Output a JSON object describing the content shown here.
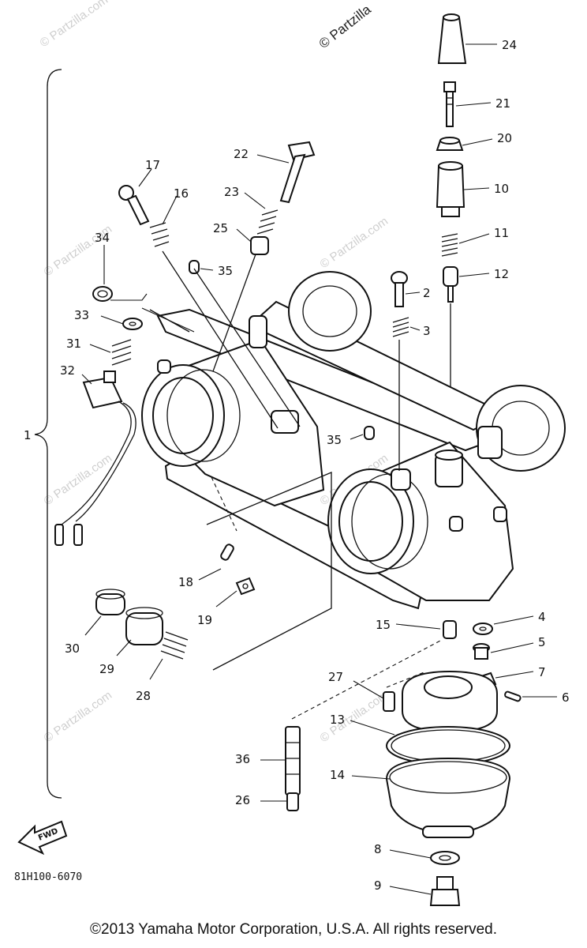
{
  "watermark_main": "© Partzilla",
  "watermark_faint": "© Partzilla.com",
  "diagram_code": "81H100-6070",
  "fwd_label": "FWD",
  "assembly_label": "1",
  "copyright": "©2013 Yamaha Motor Corporation, U.S.A. All rights reserved.",
  "callouts": {
    "c24": "24",
    "c21": "21",
    "c20": "20",
    "c10": "10",
    "c11": "11",
    "c12": "12",
    "c2": "2",
    "c3": "3",
    "c22": "22",
    "c23": "23",
    "c25": "25",
    "c17": "17",
    "c16": "16",
    "c34": "34",
    "c35a": "35",
    "c35b": "35",
    "c33": "33",
    "c31": "31",
    "c32": "32",
    "c18": "18",
    "c19": "19",
    "c30": "30",
    "c29": "29",
    "c28": "28",
    "c15": "15",
    "c4": "4",
    "c5": "5",
    "c7": "7",
    "c6": "6",
    "c27": "27",
    "c13": "13",
    "c14": "14",
    "c36": "36",
    "c26": "26",
    "c8": "8",
    "c9": "9"
  }
}
